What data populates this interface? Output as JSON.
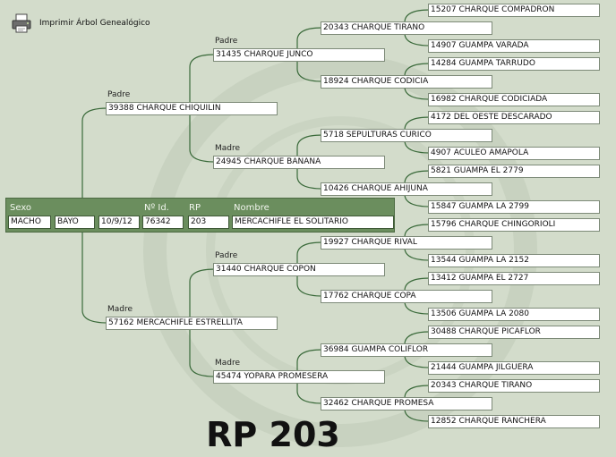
{
  "toolbar": {
    "print_label": "Imprimir Árbol Genealógico",
    "print_icon": "printer-icon"
  },
  "labels": {
    "sire": "Padre",
    "dam": "Madre"
  },
  "subject": {
    "headers": {
      "sexo": "Sexo",
      "nid": "Nº Id.",
      "rp": "RP",
      "nombre": "Nombre"
    },
    "sexo": "MACHO",
    "color": "BAYO",
    "fecha": "10/9/12",
    "nid": "76342",
    "rp": "203",
    "nombre": "MERCACHIFLE EL SOLITARIO"
  },
  "pedigree": {
    "g1": [
      "39388 CHARQUE CHIQUILIN",
      "57162 MERCACHIFLE ESTRELLITA"
    ],
    "g2": [
      "31435 CHARQUE JUNCO",
      "24945 CHARQUE BANANA",
      "31440 CHARQUE COPON",
      "45474 YOPARA PROMESERA"
    ],
    "g3": [
      "20343 CHARQUE TIRANO",
      "18924 CHARQUE CODICIA",
      "5718 SEPULTURAS CURICO",
      "10426 CHARQUE AHIJUNA",
      "19927 CHARQUE RIVAL",
      "17762 CHARQUE COPA",
      "36984 GUAMPA COLIFLOR",
      "32462 CHARQUE PROMESA"
    ],
    "g4": [
      "15207 CHARQUE COMPADRON",
      "14907 GUAMPA VARADA",
      "14284 GUAMPA TARRUDO",
      "16982 CHARQUE CODICIADA",
      "4172 DEL OESTE DESCARADO",
      "4907 ACULEO AMAPOLA",
      "5821 GUAMPA EL 2779",
      "15847 GUAMPA LA 2799",
      "15796 CHARQUE CHINGORIOLI",
      "13544 GUAMPA LA 2152",
      "13412 GUAMPA EL 2727",
      "13506 GUAMPA LA 2080",
      "30488 CHARQUE PICAFLOR",
      "21444 GUAMPA JILGUERA",
      "20343 CHARQUE TIRANO",
      "12852 CHARQUE RANCHERA"
    ]
  },
  "footer": {
    "rp_label": "RP 203"
  },
  "colors": {
    "background": "#d3dccb",
    "subject_panel": "#6b8e5e",
    "connector": "#3a6a3a"
  }
}
